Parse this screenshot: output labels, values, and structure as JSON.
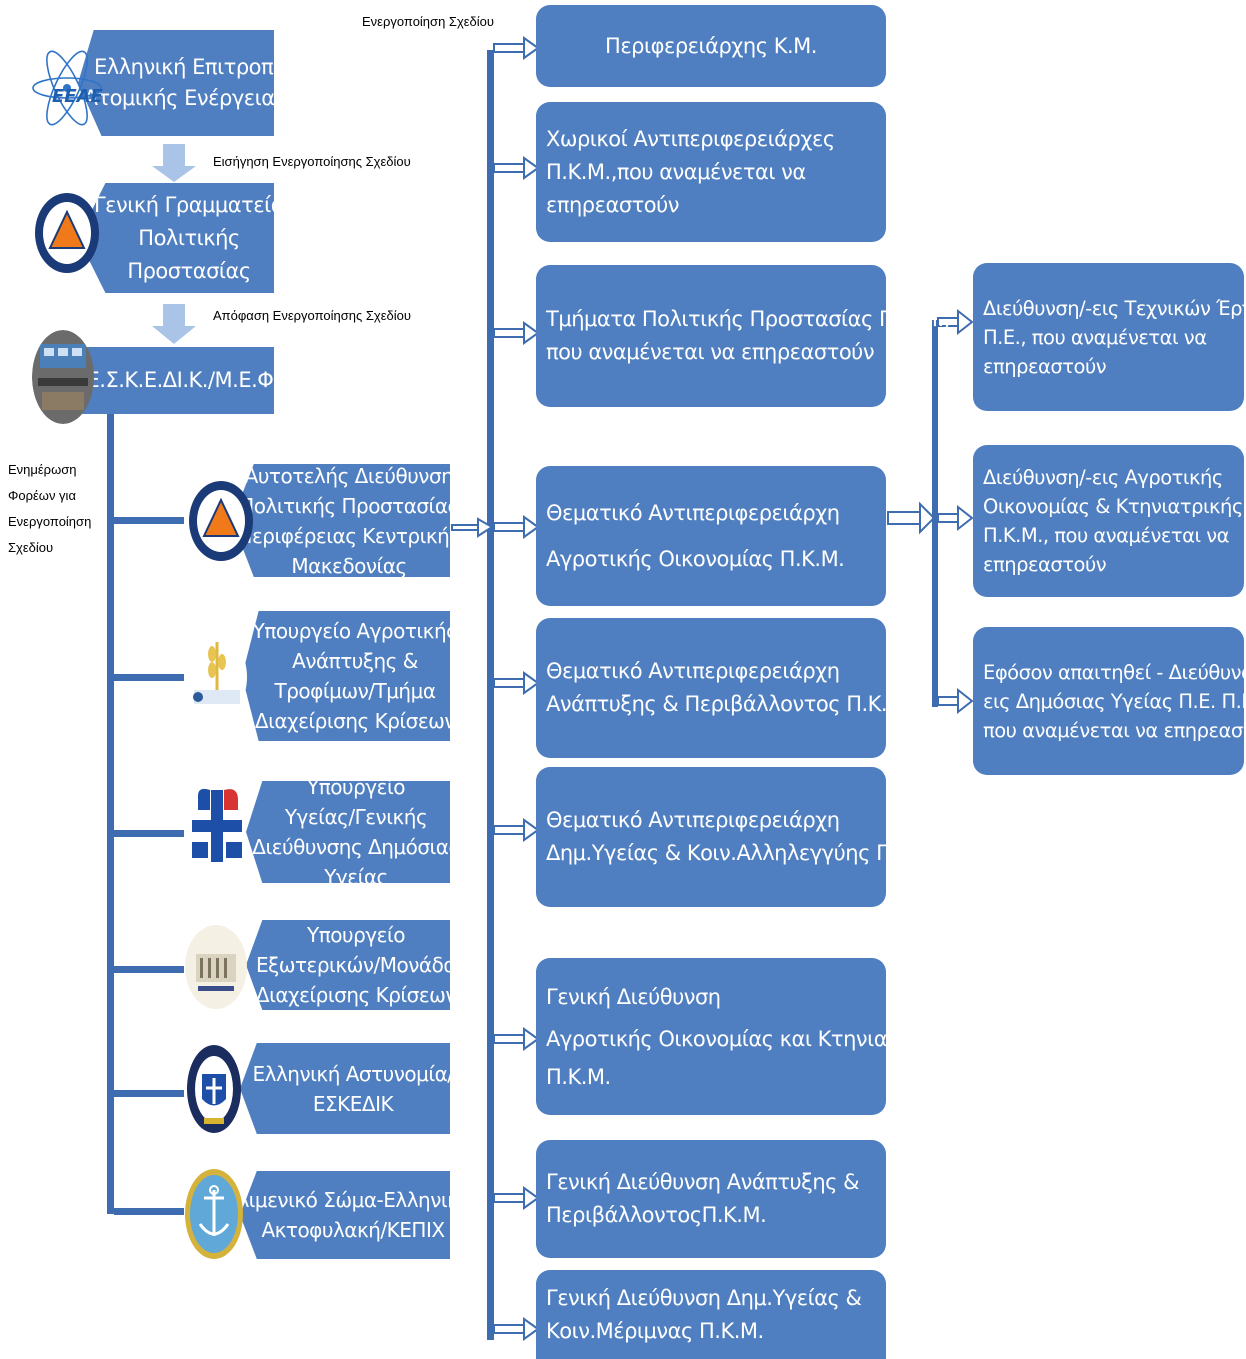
{
  "colors": {
    "box": "#4f7fc0",
    "connector": "#3d6db0",
    "light_arrow": "#a9c4e6",
    "text": "#ffffff"
  },
  "labels": {
    "activation": "Ενεργοποίηση Σχεδίου",
    "proposal": "Εισήγηση Ενεργοποίησης Σχεδίου",
    "decision": "Απόφαση Ενεργοποίησης Σχεδίου",
    "briefing": [
      "Ενημέρωση",
      "Φορέων για",
      "Ενεργοποίηση",
      "Σχεδίου"
    ]
  },
  "top": {
    "eeae": [
      "Ελληνική Επιτροπή",
      "Ατομικής Ενέργειας"
    ],
    "eeae_logo": "ΕΕΑΕ",
    "gspp": [
      "Γενική Γραμματεία",
      "Πολιτικής",
      "Προστασίας"
    ],
    "eskedik": "Ε.Σ.Κ.Ε.ΔΙ.Κ./Μ.Ε.Φ."
  },
  "agencies": [
    {
      "lines": [
        "Αυτοτελής Διεύθυνση",
        "Πολιτικής Προστασίας",
        "Περιφέρειας Κεντρικής",
        "Μακεδονίας"
      ],
      "icon": "civil-protection-icon"
    },
    {
      "lines": [
        "Υπουργείο Αγροτικής",
        "Ανάπτυξης &",
        "Τροφίμων/Τμήμα",
        "Διαχείρισης Κρίσεων"
      ],
      "icon": "agriculture-ministry-icon"
    },
    {
      "lines": [
        "Υπουργείο",
        "Υγείας/Γενικής",
        "Διεύθυνσης Δημόσιας",
        "Υγείας"
      ],
      "icon": "health-ministry-icon"
    },
    {
      "lines": [
        "Υπουργείο",
        "Εξωτερικών/Μονάδα",
        "Διαχείρισης Κρίσεων"
      ],
      "icon": "foreign-ministry-icon"
    },
    {
      "lines": [
        "Ελληνική Αστυνομία/",
        "ΕΣΚΕΔΙΚ"
      ],
      "icon": "police-icon"
    },
    {
      "lines": [
        "Λιμενικό Σώμα-Ελληνική",
        "Ακτοφυλακή/ΚΕΠΙΧ"
      ],
      "icon": "coast-guard-icon"
    }
  ],
  "middle": [
    {
      "lines": [
        "Περιφερειάρχης Κ.Μ."
      ]
    },
    {
      "lines": [
        "Χωρικοί Αντιπεριφερειάρχες",
        "Π.Κ.Μ.,που αναμένεται να",
        "επηρεαστούν"
      ]
    },
    {
      "lines": [
        "Τμήματα Πολιτικής Προστασίας Π.Κ.Μ.,",
        "που αναμένεται να επηρεαστούν"
      ]
    },
    {
      "lines": [
        "Θεματικό Αντιπεριφερειάρχη",
        "Αγροτικής Οικονομίας Π.Κ.Μ."
      ]
    },
    {
      "lines": [
        "Θεματικό Αντιπεριφερειάρχη",
        "Ανάπτυξης & Περιβάλλοντος Π.Κ.Μ."
      ]
    },
    {
      "lines": [
        "Θεματικό Αντιπεριφερειάρχη",
        "Δημ.Υγείας & Κοιν.Αλληλεγγύης Π.Κ.Μ."
      ]
    },
    {
      "lines": [
        "Γενική Διεύθυνση",
        "Αγροτικής Οικονομίας και Κτηνιατρικής",
        "Π.Κ.Μ."
      ]
    },
    {
      "lines": [
        "Γενική Διεύθυνση Ανάπτυξης &",
        "ΠεριβάλλοντοςΠ.Κ.Μ."
      ]
    },
    {
      "lines": [
        "Γενική Διεύθυνση Δημ.Υγείας &",
        "Κοιν.Μέριμνας Π.Κ.Μ."
      ]
    }
  ],
  "right": [
    {
      "lines": [
        "Διεύθυνση/-εις Τεχνικών Έργων",
        "Π.Ε., που αναμένεται να",
        "επηρεαστούν"
      ]
    },
    {
      "lines": [
        "Διεύθυνση/-εις Αγροτικής",
        "Οικονομίας & Κτηνιατρικής Π.Ε.",
        "Π.Κ.Μ., που αναμένεται να",
        "επηρεαστούν"
      ]
    },
    {
      "lines": [
        "Εφόσον απαιτηθεί - Διεύθυνση/-",
        "εις Δημόσιας Υγείας Π.Ε. Π.Κ.Μ.,",
        "που αναμένεται να επηρεαστούν"
      ]
    }
  ]
}
